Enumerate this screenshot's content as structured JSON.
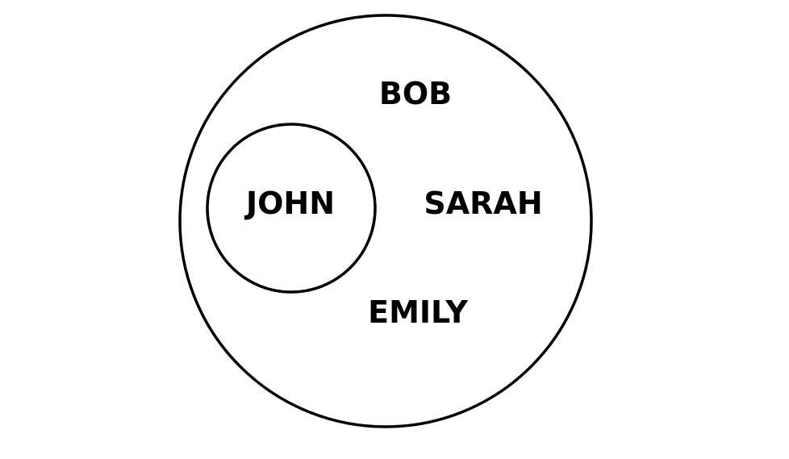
{
  "diagram": {
    "type": "nested-set",
    "outer_set": {
      "members": [
        "BOB",
        "SARAH",
        "EMILY"
      ]
    },
    "inner_set": {
      "members": [
        "JOHN"
      ]
    },
    "colors": {
      "stroke": "#000000",
      "text": "#000000",
      "background": "#ffffff"
    }
  }
}
